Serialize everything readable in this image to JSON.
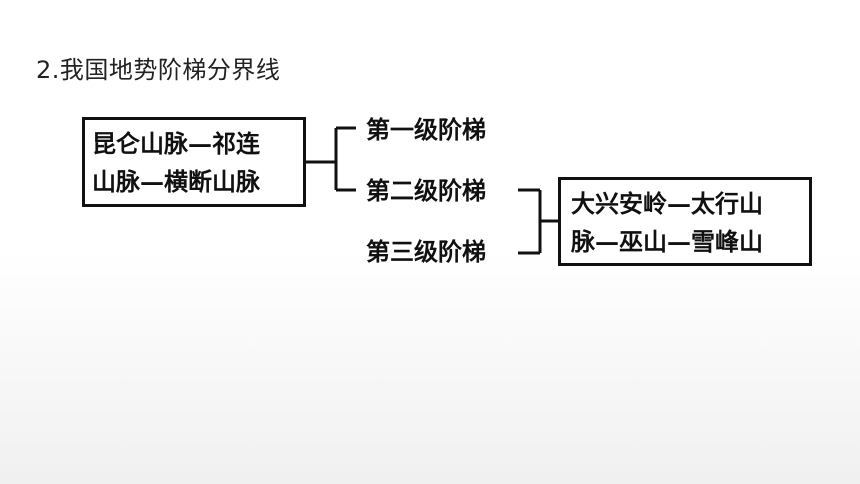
{
  "slide": {
    "title": "2.我国地势阶梯分界线"
  },
  "diagram": {
    "left_box": {
      "line1": "昆仑山脉—祁连",
      "line2": "山脉—横断山脉"
    },
    "steps": {
      "first": "第一级阶梯",
      "second": "第二级阶梯",
      "third": "第三级阶梯"
    },
    "right_box": {
      "line1": "大兴安岭—太行山",
      "line2": "脉—巫山—雪峰山"
    }
  }
}
